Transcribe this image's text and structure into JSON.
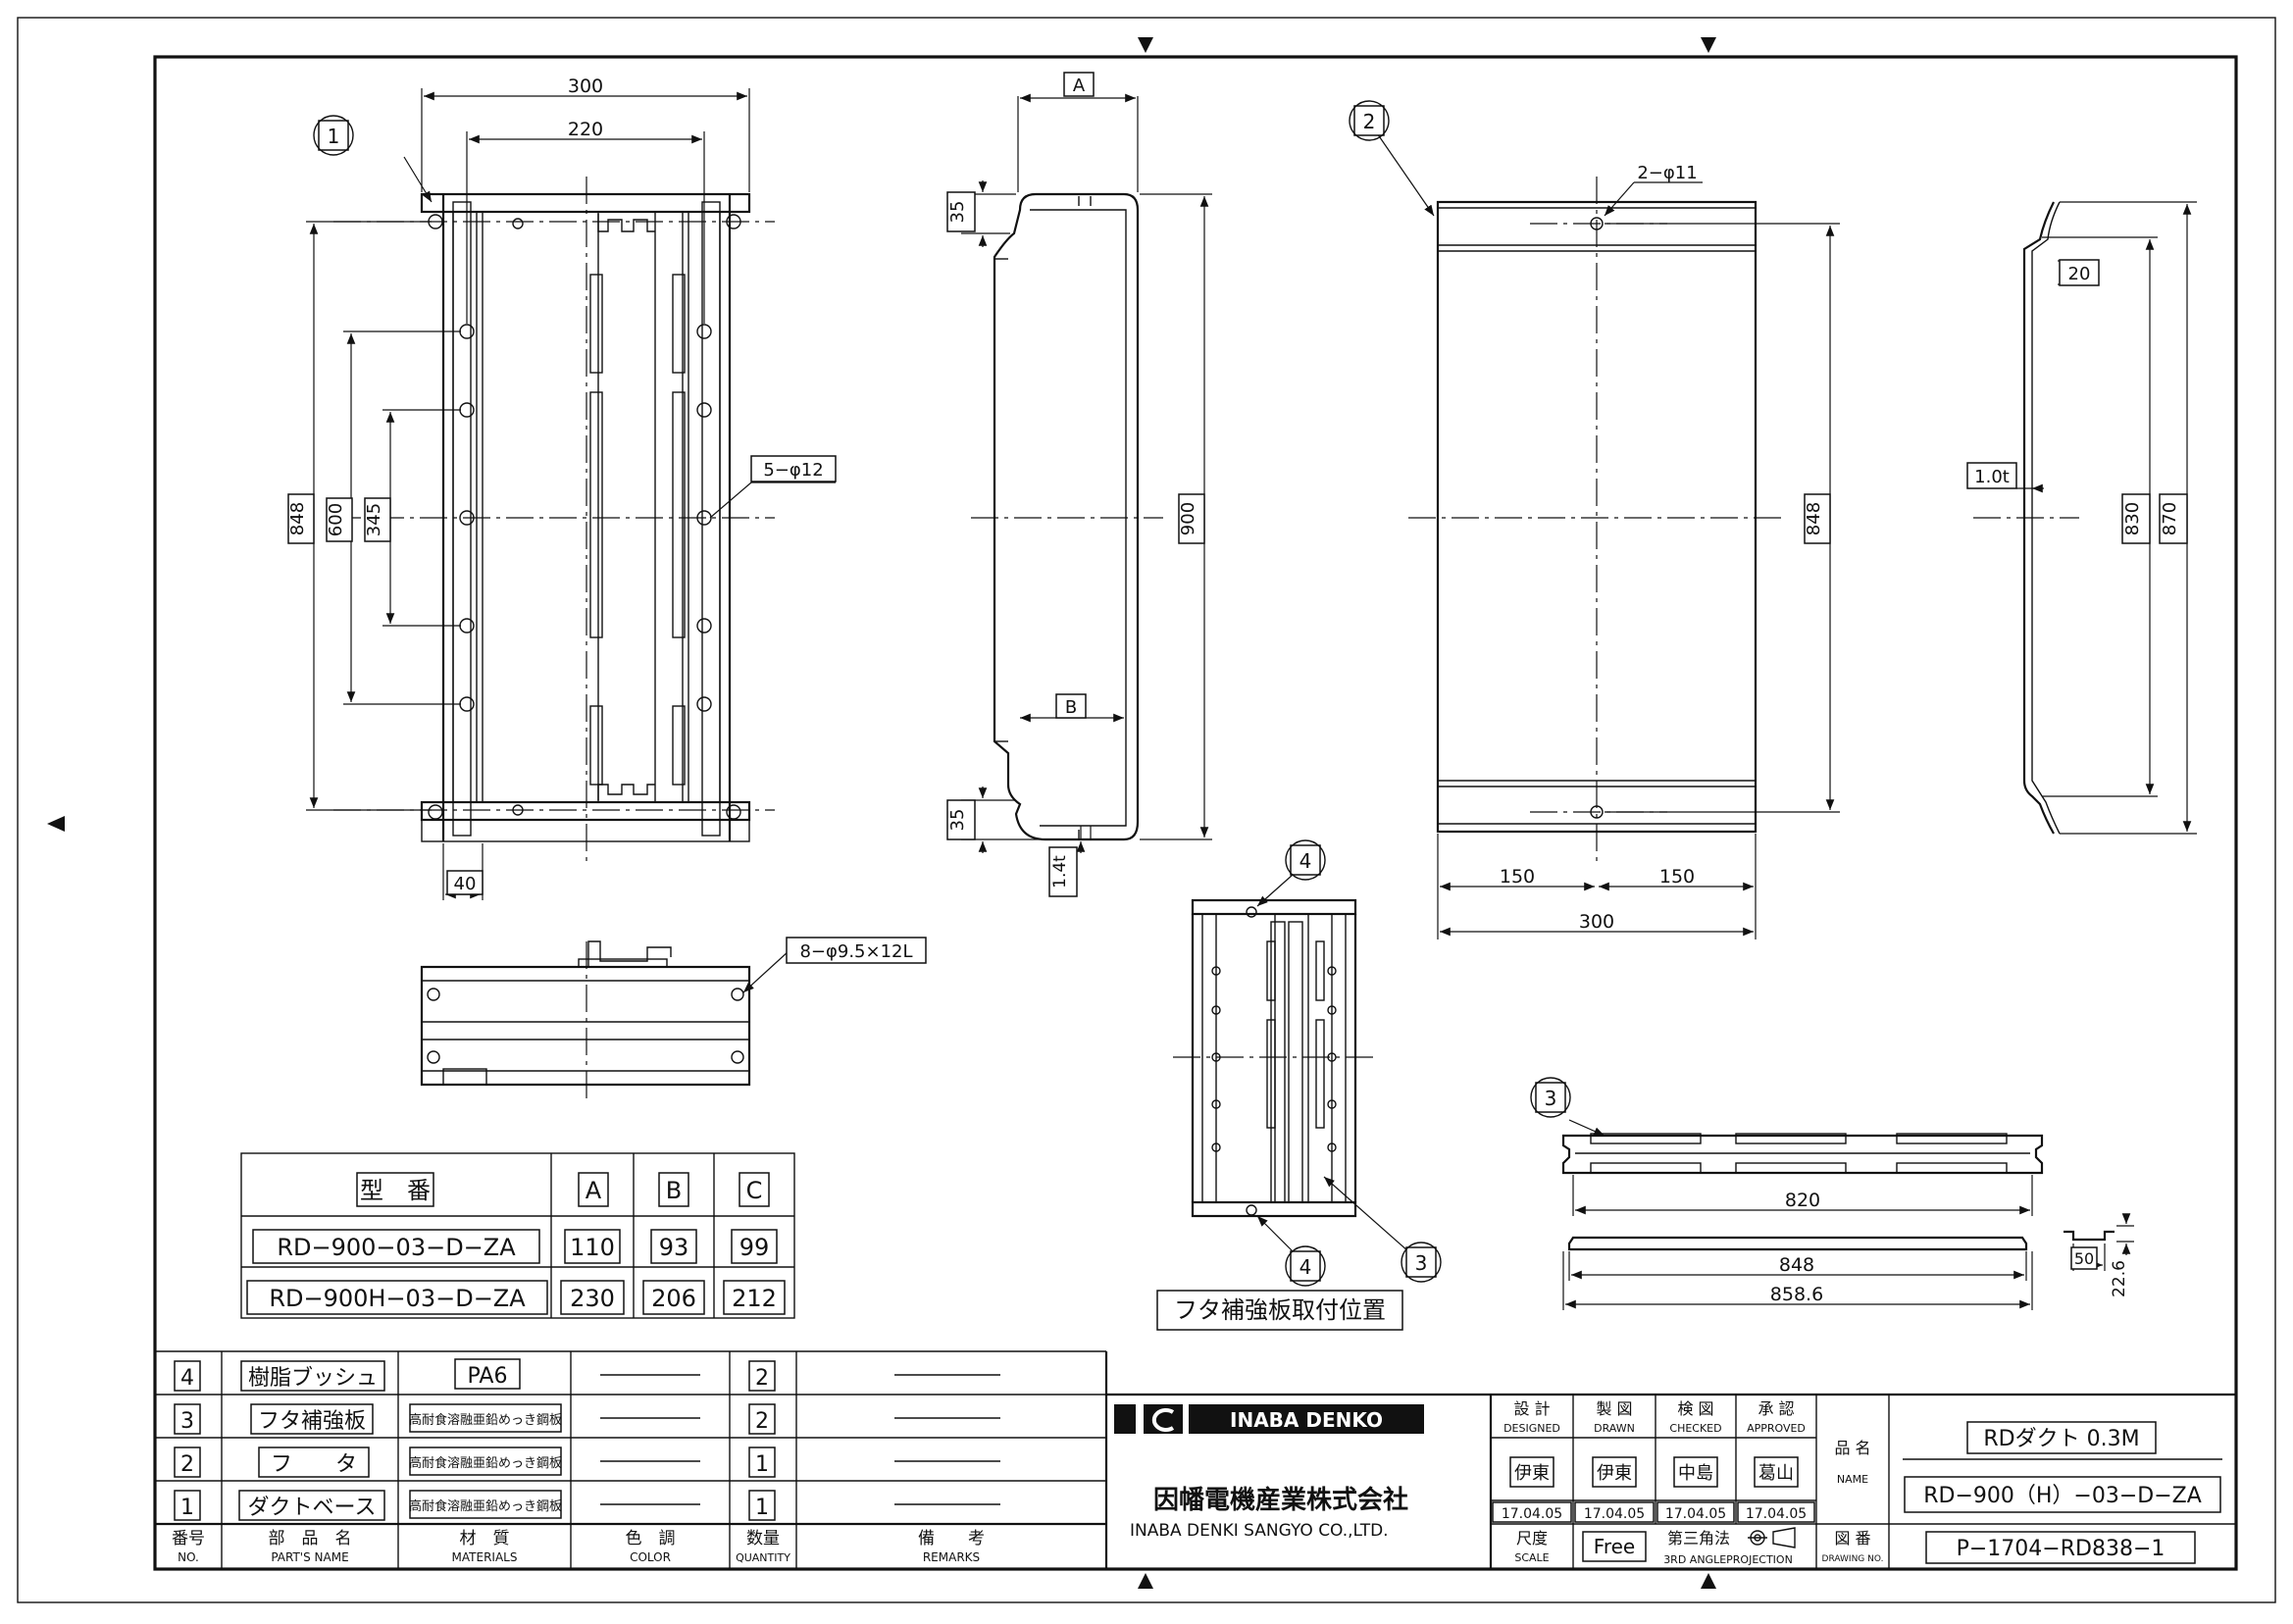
{
  "drawing": {
    "dimensions": {
      "d300a": "300",
      "d220": "220",
      "d848a": "848",
      "d600": "600",
      "d345": "345",
      "d40": "40",
      "holes5": "5−φ12",
      "a": "A",
      "b": "B",
      "d35a": "35",
      "d35b": "35",
      "d900": "900",
      "d14t": "1.4t",
      "holes8": "8−φ9.5×12L",
      "holes2": "2−φ11",
      "d848b": "848",
      "d150a": "150",
      "d150b": "150",
      "d300b": "300",
      "d20": "20",
      "d10t": "1.0t",
      "d830": "830",
      "d870": "870",
      "d820": "820",
      "d848c": "848",
      "d8586": "858.6",
      "d50": "50",
      "d226": "22.6"
    },
    "balloons": {
      "b1": "1",
      "b2": "2",
      "b3a": "3",
      "b3b": "3",
      "b4a": "4",
      "b4b": "4"
    },
    "cover_label": "フタ補強板取付位置"
  },
  "model_table": {
    "headers": [
      "型　番",
      "A",
      "B",
      "C"
    ],
    "rows": [
      [
        "RD−900−03−D−ZA",
        "110",
        "93",
        "99"
      ],
      [
        "RD−900H−03−D−ZA",
        "230",
        "206",
        "212"
      ]
    ]
  },
  "parts_list": {
    "rows": [
      {
        "no": "4",
        "name": "樹脂ブッシュ",
        "material": "PA6",
        "qty": "2"
      },
      {
        "no": "3",
        "name": "フタ補強板",
        "material": "高耐食溶融亜鉛めっき鋼板",
        "qty": "2"
      },
      {
        "no": "2",
        "name": "フ　　タ",
        "material": "高耐食溶融亜鉛めっき鋼板",
        "qty": "1"
      },
      {
        "no": "1",
        "name": "ダクトベース",
        "material": "高耐食溶融亜鉛めっき鋼板",
        "qty": "1"
      }
    ],
    "header": {
      "no_jp": "番号",
      "no_en": "NO.",
      "name_jp": "部　品　名",
      "name_en": "PART'S NAME",
      "material_jp": "材　質",
      "material_en": "MATERIALS",
      "color_jp": "色　調",
      "color_en": "COLOR",
      "qty_jp": "数量",
      "qty_en": "QUANTITY",
      "remarks_jp": "備　　考",
      "remarks_en": "REMARKS"
    }
  },
  "title_block": {
    "brand": "INABA DENKO",
    "company_jp": "因幡電機産業株式会社",
    "company_en": "INABA DENKI SANGYO CO.,LTD.",
    "roles": [
      {
        "jp": "設 計",
        "en": "DESIGNED",
        "person": "伊東",
        "date": "17.04.05"
      },
      {
        "jp": "製 図",
        "en": "DRAWN",
        "person": "伊東",
        "date": "17.04.05"
      },
      {
        "jp": "検 図",
        "en": "CHECKED",
        "person": "中島",
        "date": "17.04.05"
      },
      {
        "jp": "承 認",
        "en": "APPROVED",
        "person": "葛山",
        "date": "17.04.05"
      }
    ],
    "name_jp": "品 名",
    "name_en": "NAME",
    "product_name": "RDダクト 0.3M",
    "product_code": "RD−900（H）−03−D−ZA",
    "scale_jp": "尺度",
    "scale_en": "SCALE",
    "scale_value": "Free",
    "projection_jp": "第三角法",
    "projection_en": "3RD ANGLEPROJECTION",
    "drawing_no_jp": "図 番",
    "drawing_no_en": "DRAWING NO.",
    "drawing_no": "P−1704−RD838−1"
  }
}
